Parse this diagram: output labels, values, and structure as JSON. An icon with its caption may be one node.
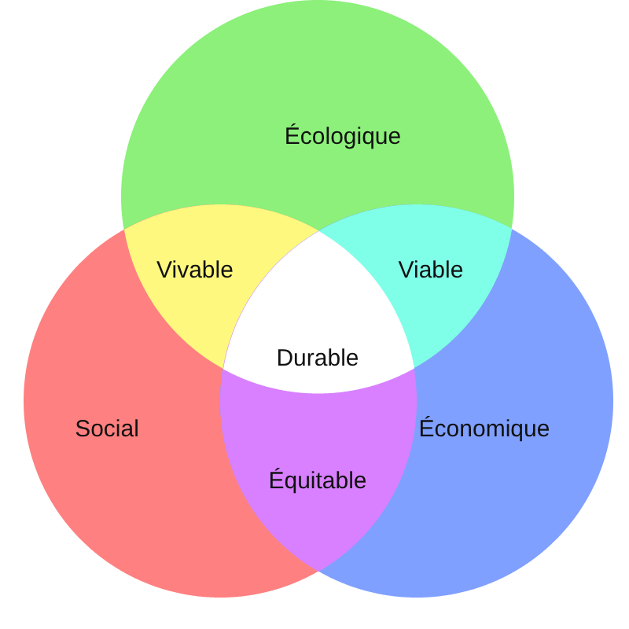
{
  "diagram": {
    "nodes": [
      {
        "text": [
          "Écologique"
        ]
      },
      {
        "text": [
          "Vivable"
        ]
      },
      {
        "text": [
          "Viable"
        ]
      },
      {
        "text": [
          "Durable"
        ]
      },
      {
        "text": [
          "Social"
        ]
      },
      {
        "text": [
          "Économique"
        ]
      },
      {
        "text": [
          "Équitable"
        ]
      }
    ]
  }
}
